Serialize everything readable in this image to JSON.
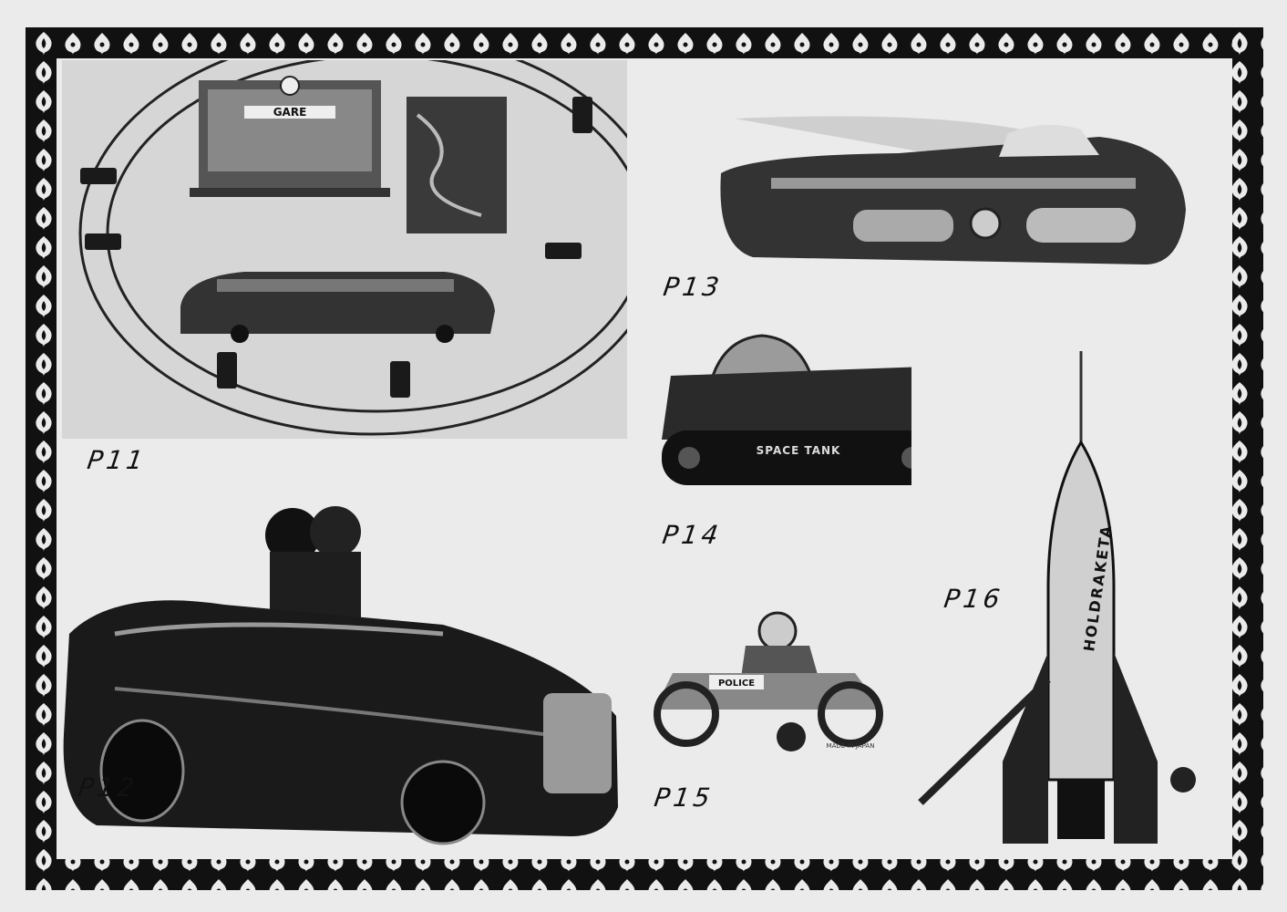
{
  "photos": [
    {
      "id": "P11",
      "label": "P11",
      "signs": {
        "station": "GARE"
      }
    },
    {
      "id": "P12",
      "label": "P12"
    },
    {
      "id": "P13",
      "label": "P13"
    },
    {
      "id": "P14",
      "label": "P14",
      "signs": {
        "tank": "SPACE TANK"
      }
    },
    {
      "id": "P15",
      "label": "P15",
      "signs": {
        "police": "POLICE",
        "made": "MADE IN JAPAN"
      }
    },
    {
      "id": "P16",
      "label": "P16",
      "signs": {
        "rocket": "HOLDRAKETA"
      }
    }
  ],
  "colors": {
    "paper": "#ebebeb",
    "ink": "#111111",
    "photo_bg": "#d8d8d8"
  }
}
